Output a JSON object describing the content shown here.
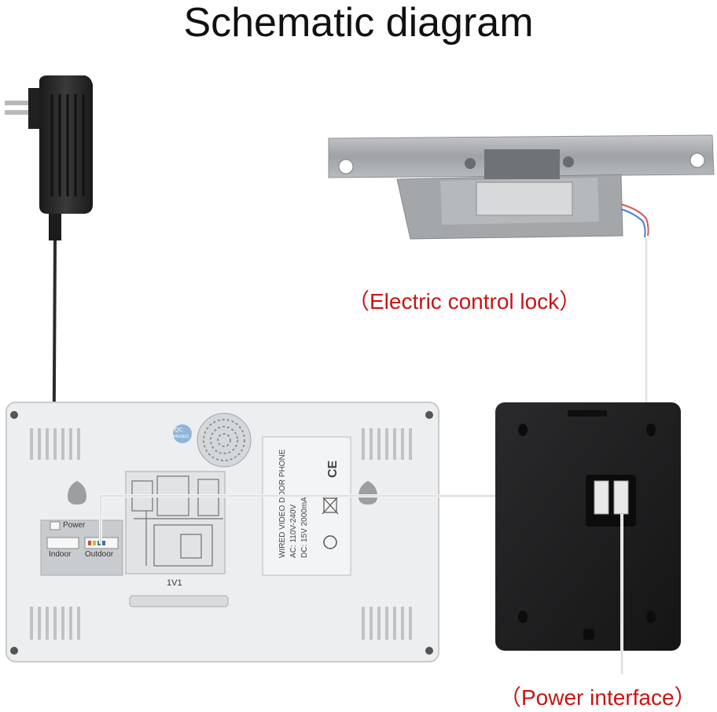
{
  "title": "Schematic diagram",
  "callouts": {
    "lock": "（Electric control lock）",
    "power": "（Power interface）"
  },
  "monitor": {
    "qc_top": "QC",
    "qc_bottom": "PASSED",
    "port_power": "Power",
    "port_indoor": "Indoor",
    "port_outdoor": "Outdoor",
    "board_label": "1V1",
    "spec_line1": "WIRED VIDEO DOOR PHONE",
    "spec_line2": "AC: 110V-240V",
    "spec_line3": "DC: 15V  2000mA",
    "ce_mark": "CE"
  },
  "colors": {
    "callout": "#c81414",
    "monitor_body": "#e9eaec",
    "lock_metal": "#a8abae",
    "outdoor_panel": "#1d1d1f",
    "wire": "#f4f4f4"
  }
}
